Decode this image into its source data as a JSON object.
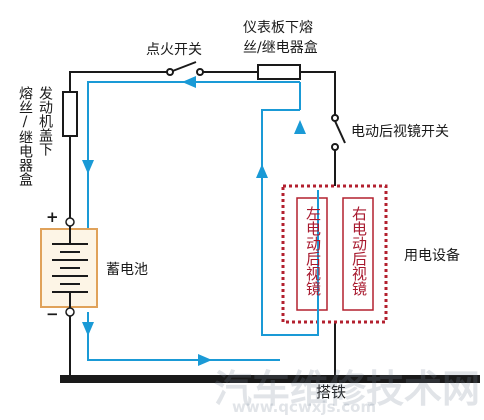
{
  "labels": {
    "ignition_switch": "点火开关",
    "dash_fuse_line1": "仪表板下熔",
    "dash_fuse_line2": "丝/继电器盒",
    "engine_fuse_col1": "熔丝/继电器盒",
    "engine_fuse_col2": "发动机盖下",
    "mirror_switch": "电动后视镜开关",
    "battery": "蓄电池",
    "plus_sign": "+",
    "minus_sign": "−",
    "left_mirror": "左电动后视镜",
    "right_mirror": "右电动后视镜",
    "load_devices": "用电设备",
    "ground": "搭铁"
  },
  "watermark": {
    "text": "汽车维修技术网",
    "url": "www.qcwxjs.com"
  },
  "colors": {
    "wire": "#1a1a1a",
    "current_flow": "#1a9ad6",
    "battery_border": "#e0a25a",
    "battery_fill": "#fdf5e6",
    "device_border": "#b3202f",
    "mirror_text": "#a8192e"
  }
}
